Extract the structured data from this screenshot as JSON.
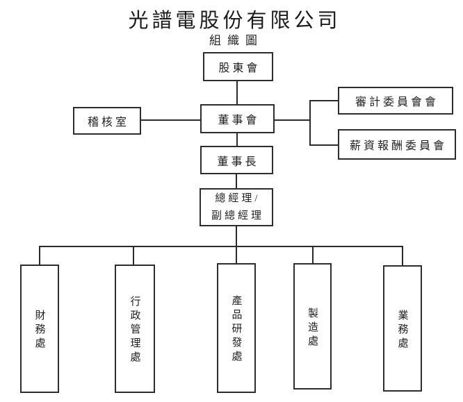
{
  "colors": {
    "background": "#ffffff",
    "ink": "#1f1f1f",
    "line": "#2a2a2a"
  },
  "title": "光譜電股份有限公司",
  "subtitle": "組織圖",
  "nodes": {
    "shareholders": {
      "label": "股東會"
    },
    "audit_office": {
      "label": "稽核室"
    },
    "board": {
      "label": "董事會"
    },
    "audit_committee": {
      "label": "審計委員會會"
    },
    "remuneration_committee": {
      "label": "薪資報酬委員會"
    },
    "chairman": {
      "label": "董事長"
    },
    "general_manager": {
      "label": "總經理/副總經理",
      "lines": [
        "總經理/",
        "副總經理"
      ]
    },
    "divisions": [
      {
        "label": "財務處"
      },
      {
        "label": "行政管理處"
      },
      {
        "label": "產品研發處"
      },
      {
        "label": "製造處"
      },
      {
        "label": "業務處"
      }
    ]
  }
}
